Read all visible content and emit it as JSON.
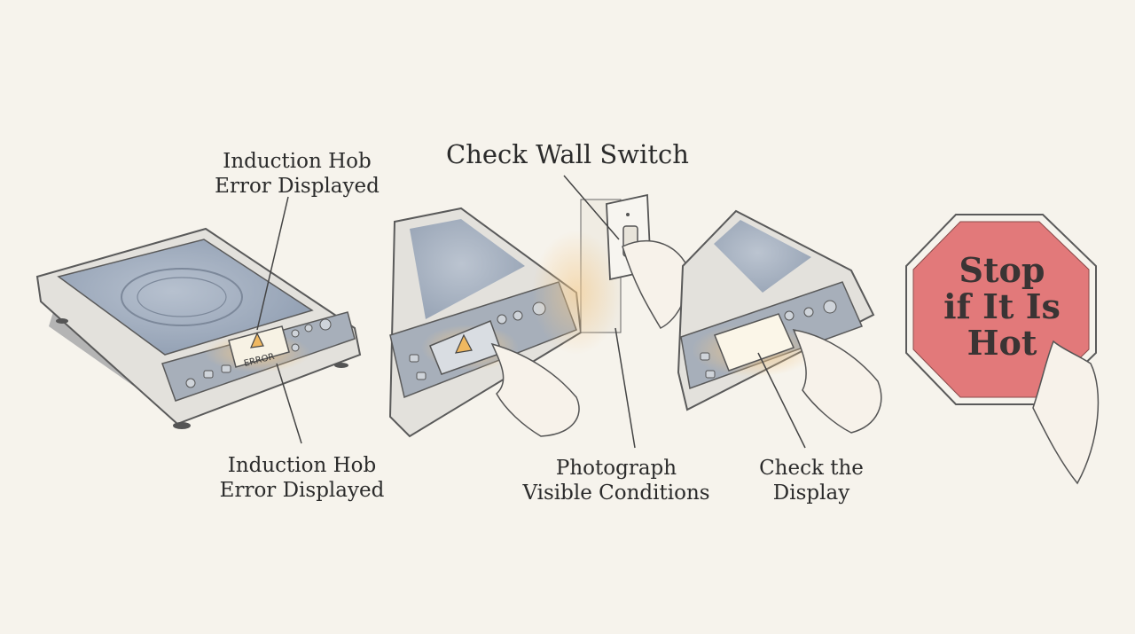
{
  "labels": {
    "hob_error_top_line1": "Induction Hob",
    "hob_error_top_line2": "Error Displayed",
    "hob_error_bottom_line1": "Induction Hob",
    "hob_error_bottom_line2": "Error Displayed",
    "check_wall_switch": "Check Wall Switch",
    "photograph_line1": "Photograph",
    "photograph_line2": "Visible Conditions",
    "check_display_line1": "Check the",
    "check_display_line2": "Display",
    "stop_line1": "Stop",
    "stop_line2": "if It Is",
    "stop_line3": "Hot",
    "error_screen_text": "ERROR"
  },
  "colors": {
    "background": "#f6f3ec",
    "hob_surface": "#9aa7b8",
    "hob_body": "#e3e1dc",
    "warning_glow": "#f3c98a",
    "stop_sign": "#e2797a",
    "outline": "#555555"
  },
  "icons": [
    "warning-triangle-icon",
    "power-icon",
    "plus-icon",
    "minus-icon"
  ]
}
